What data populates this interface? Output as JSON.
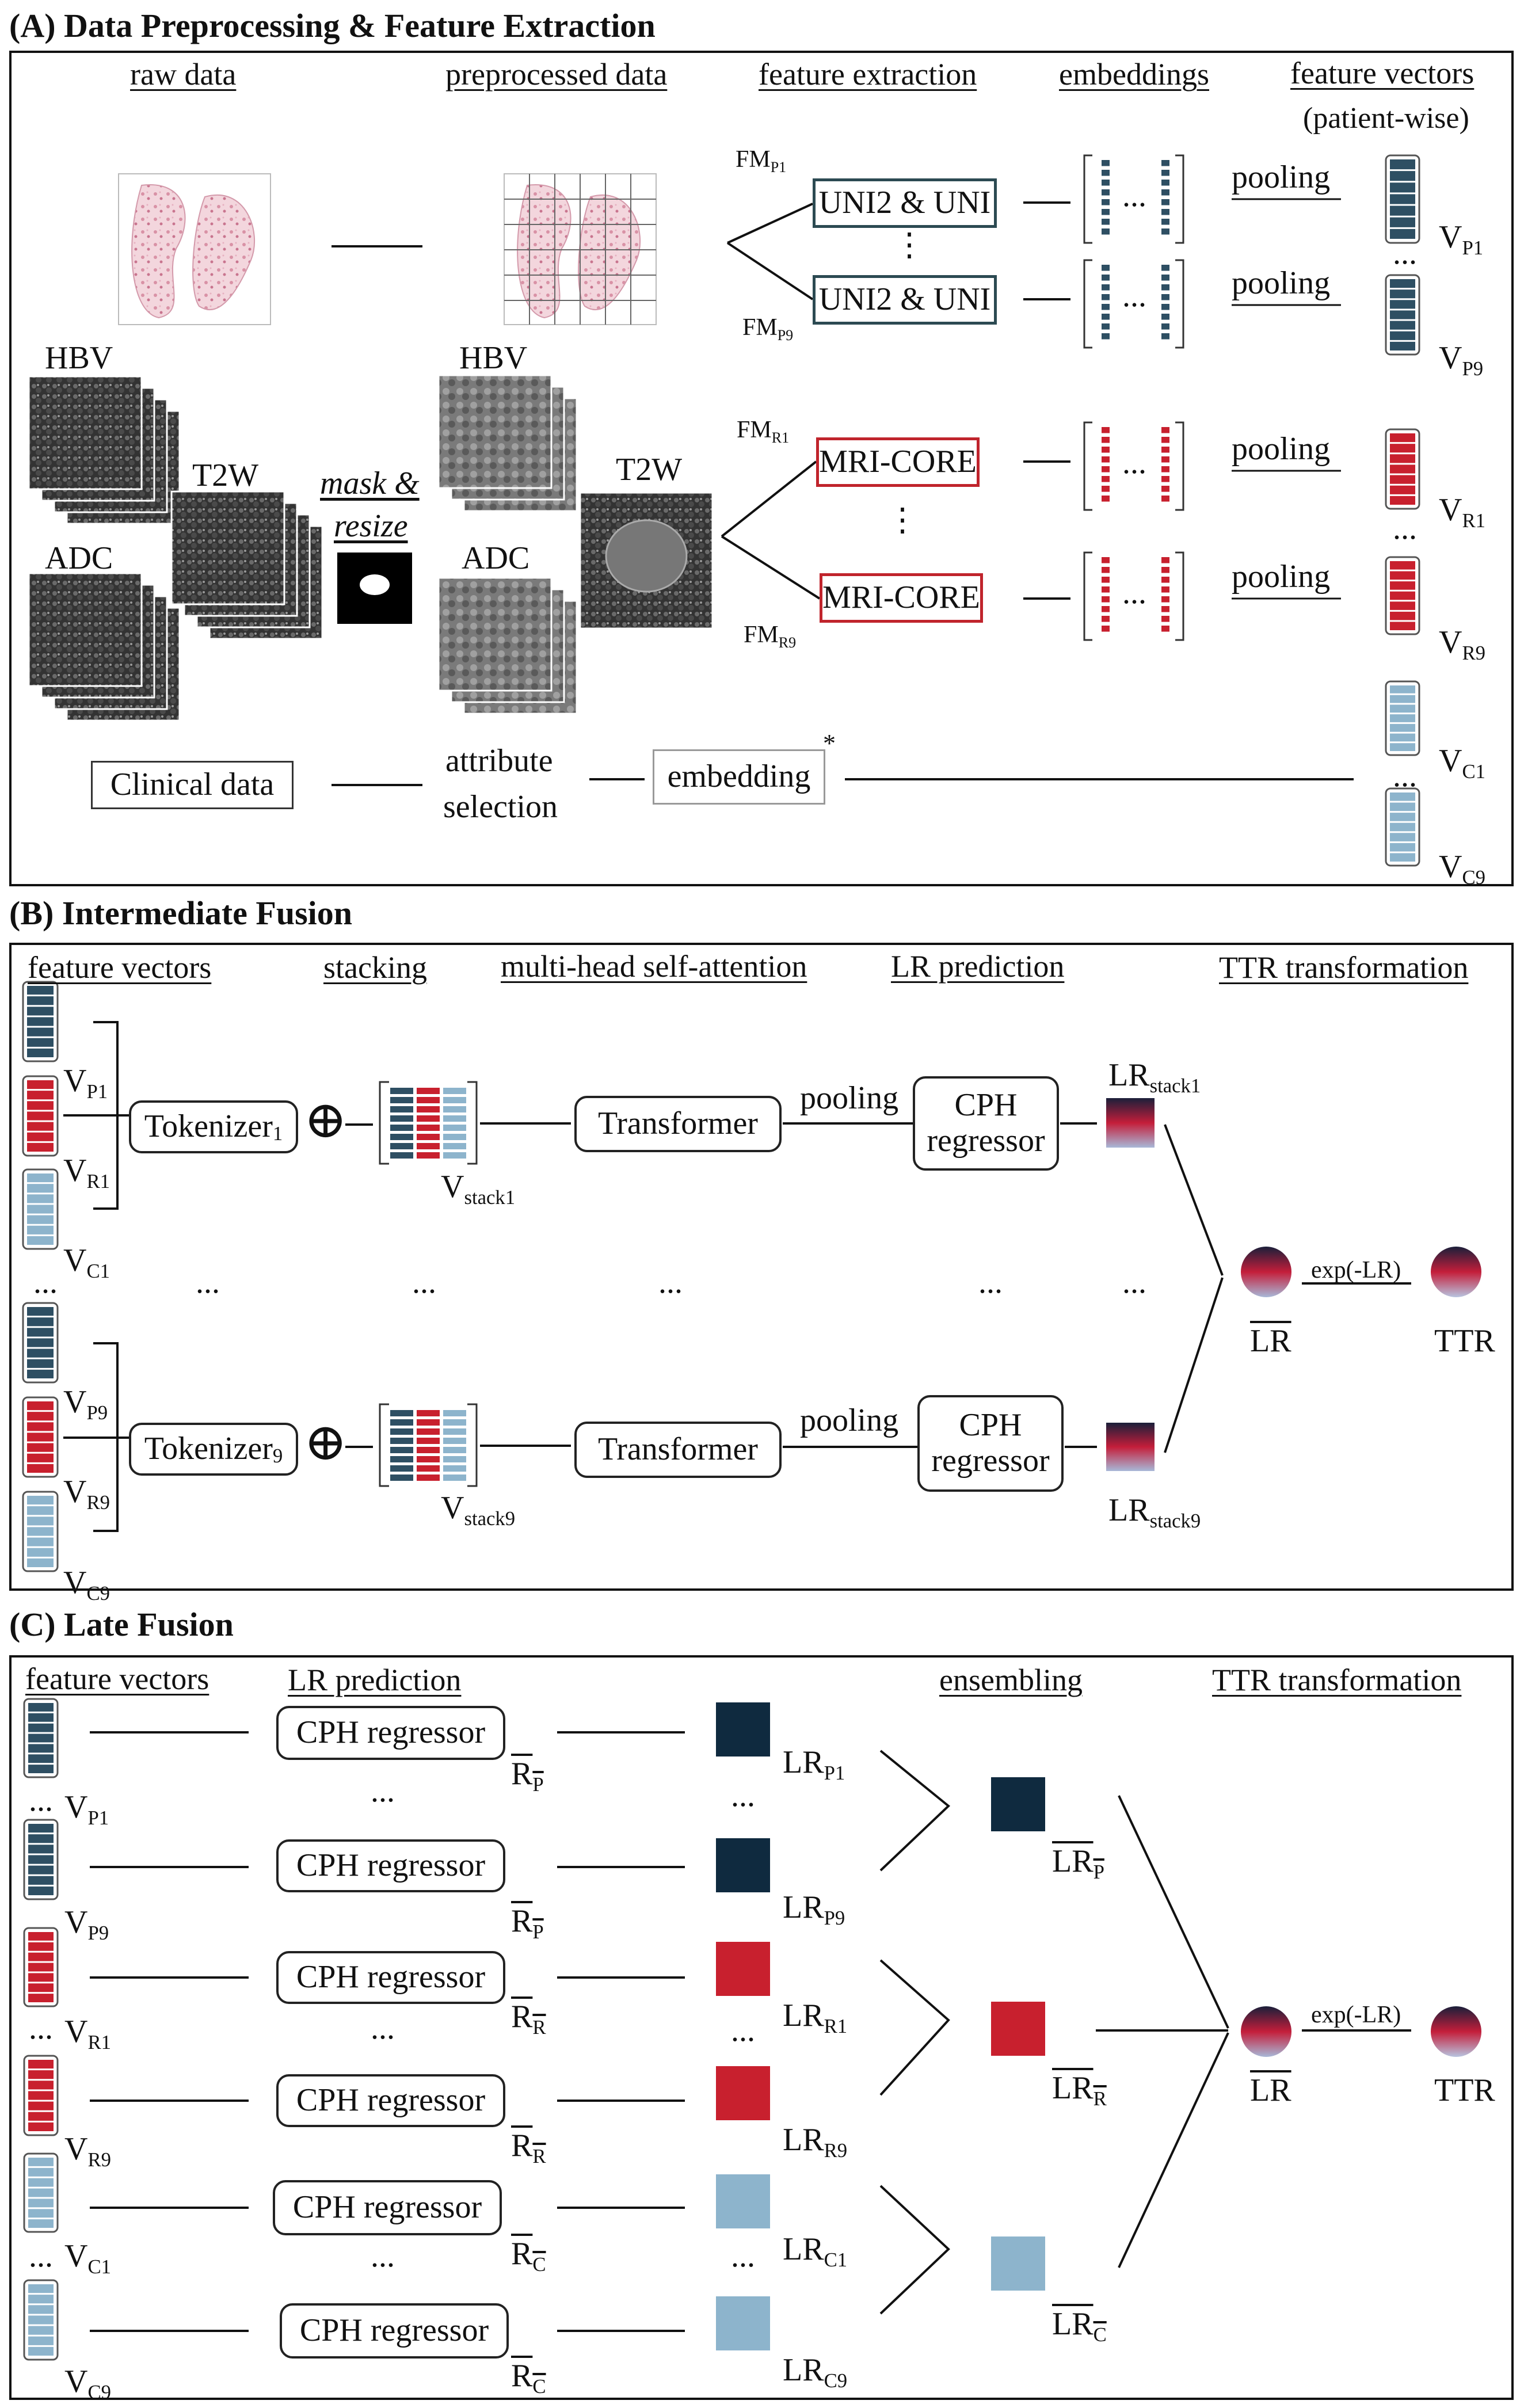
{
  "sections": {
    "a_title": "(A) Data Preprocessing & Feature Extraction",
    "b_title": "(B) Intermediate Fusion",
    "c_title": "(C) Late Fusion"
  },
  "a": {
    "col_raw": "raw data",
    "col_pre": "preprocessed data",
    "col_feat": "feature extraction",
    "col_emb": "embeddings",
    "col_fv": "feature vectors",
    "col_fv_sub": "(patient-wise)",
    "hbv": "HBV",
    "t2w": "T2W",
    "adc": "ADC",
    "mask_a": "mask &",
    "mask_b": "resize",
    "fm": "FM",
    "fm_p1": "P1",
    "fm_p9": "P9",
    "fm_r1": "R1",
    "fm_r9": "R9",
    "path_model": "UNI2 & UNI",
    "mri_model": "MRI-CORE",
    "pooling": "pooling",
    "ellipsis": "...",
    "vdots": "⋮",
    "v": "V",
    "v_p1": "P1",
    "v_p9": "P9",
    "v_r1": "R1",
    "v_r9": "R9",
    "v_c1": "C1",
    "v_c9": "C9",
    "clinical": "Clinical data",
    "attr_a": "attribute",
    "attr_b": "selection",
    "embedding": "embedding",
    "star": "*"
  },
  "b": {
    "col_fv": "feature vectors",
    "col_stack": "stacking",
    "col_mhsa": "multi-head self-attention",
    "col_lr": "LR prediction",
    "col_ttr": "TTR transformation",
    "tokenizer": "Tokenizer",
    "tok1": "1",
    "tok9": "9",
    "oplus": "⊕",
    "v": "V",
    "stack1": "stack1",
    "stack9": "stack9",
    "transformer": "Transformer",
    "pooling": "pooling",
    "cph_a": "CPH",
    "cph_b": "regressor",
    "lr": "LR",
    "ellipsis": "...",
    "exp": "exp(-LR)",
    "ttr": "TTR",
    "v_p1": "P1",
    "v_r1": "R1",
    "v_c1": "C1",
    "v_p9": "P9",
    "v_r9": "R9",
    "v_c9": "C9"
  },
  "c": {
    "col_fv": "feature vectors",
    "col_lr": "LR prediction",
    "col_ens": "ensembling",
    "col_ttr": "TTR transformation",
    "cph": "CPH regressor",
    "r": "R",
    "p": "P",
    "rr": "R",
    "cc": "C",
    "lr": "LR",
    "v": "V",
    "p1": "P1",
    "p9": "P9",
    "r1": "R1",
    "r9": "R9",
    "c1": "C1",
    "c9": "C9",
    "ellipsis": "...",
    "exp": "exp(-LR)",
    "ttr": "TTR"
  },
  "colors": {
    "teal": "#2e4f63",
    "red": "#c8202e",
    "lightblue": "#8db4cc",
    "navy": "#0f2a3f",
    "box_red": "#c0242c",
    "box_teal": "#2c4a52"
  }
}
